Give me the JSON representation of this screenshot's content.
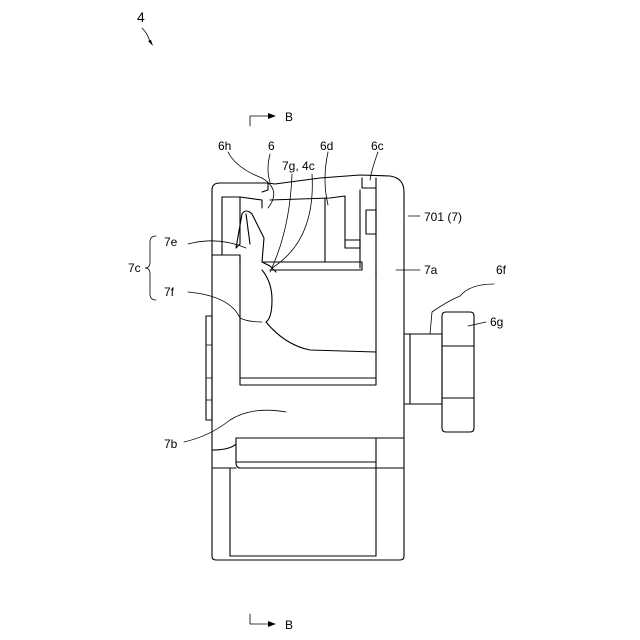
{
  "figure_number": "4",
  "section_marker": "B",
  "section_marker_bottom": "B",
  "labels": {
    "l_6h": "6h",
    "l_6": "6",
    "l_6d": "6d",
    "l_6c": "6c",
    "l_7g4c": "7g, 4c",
    "l_701": "701 (7)",
    "l_7e": "7e",
    "l_7c": "7c",
    "l_7a": "7a",
    "l_6f": "6f",
    "l_7f": "7f",
    "l_6g": "6g",
    "l_7b": "7b"
  },
  "colors": {
    "line": "#000000",
    "background": "#ffffff"
  }
}
